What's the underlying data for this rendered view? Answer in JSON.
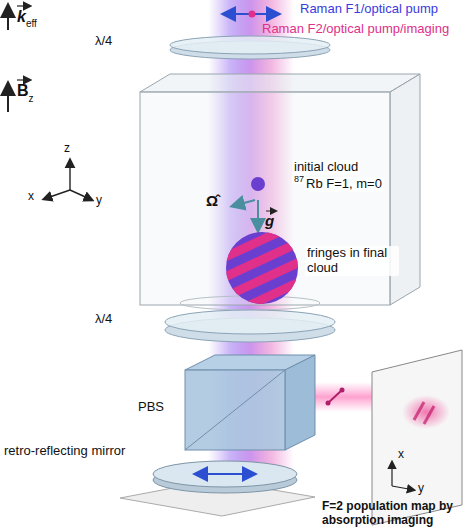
{
  "diagram": {
    "labels": [
      "Raman F1/optical pump",
      "Raman F2/optical pump/imaging",
      "k",
      "eff",
      "λ/4",
      "B",
      "z",
      "initial cloud",
      "87",
      "Rb F=1, m=0",
      "z",
      "x",
      "y",
      "Ω̂",
      "g",
      "fringes in final cloud",
      "λ/4",
      "PBS",
      "retro-reflecting mirror",
      "x",
      "y",
      "F=2 population map by absorption imaging"
    ]
  }
}
